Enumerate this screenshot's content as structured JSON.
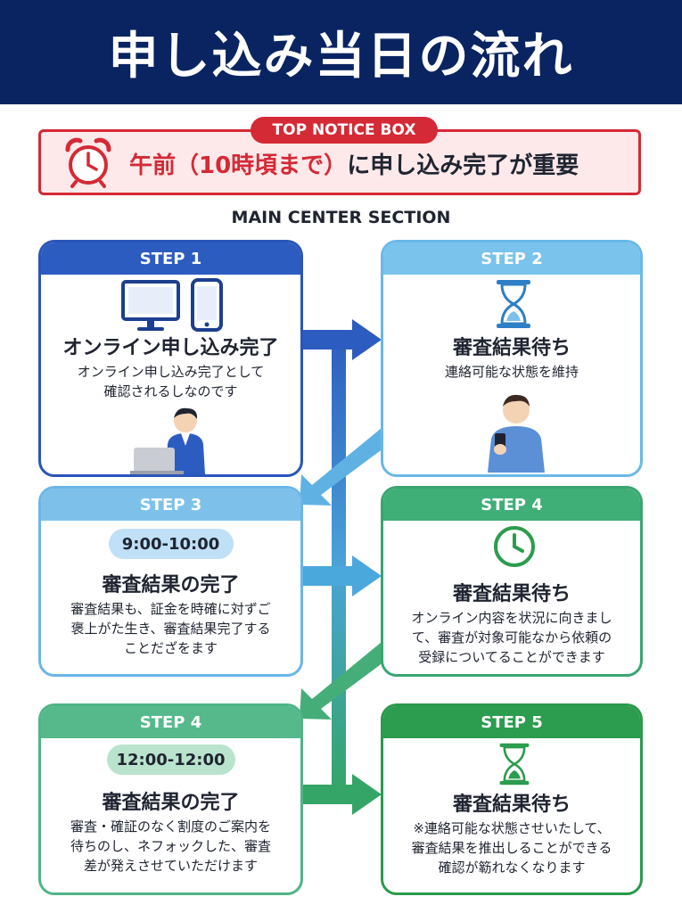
{
  "header": {
    "title": "申し込み当日の流れ"
  },
  "notice": {
    "tag": "TOP NOTICE BOX",
    "text_highlight": "午前（10時頃まで）",
    "text_rest": "に申し込み完了が重要",
    "icon": "alarm-clock-icon"
  },
  "section_label": "MAIN CENTER SECTION",
  "cards": [
    {
      "step": "STEP 1",
      "title": "オンライン申し込み完了",
      "desc_lines": [
        "オンライン申し込み完了として",
        "確認されるしなのです"
      ],
      "icons": [
        "monitor-icon",
        "smartphone-icon",
        "person-with-laptop-icon"
      ]
    },
    {
      "step": "STEP 2",
      "title": "審査結果待ち",
      "desc_lines": [
        "連絡可能な状態を維持"
      ],
      "icons": [
        "hourglass-icon",
        "person-with-phone-icon"
      ]
    },
    {
      "step": "STEP 3",
      "time": "9:00-10:00",
      "title": "審査結果の完了",
      "desc_lines": [
        "審査結果も、証金を時確に対ずご",
        "褒上がた生き、審査結果完了する",
        "ことだざをます"
      ]
    },
    {
      "step": "STEP 4",
      "title": "審査結果待ち",
      "desc_lines": [
        "オンライン内容を状況に向きまし",
        "て、審査が対象可能なから依頼の",
        "受録についてることができます"
      ],
      "icons": [
        "clock-icon"
      ]
    },
    {
      "step": "STEP 4",
      "time": "12:00-12:00",
      "title": "審査結果の完了",
      "desc_lines": [
        "審査・確証のなく割度のご案内を",
        "待ちのし、ネフォックした、審査",
        "差が発えさせていただけます"
      ]
    },
    {
      "step": "STEP 5",
      "title": "審査結果待ち",
      "desc_lines": [
        "※連絡可能な状態させいたして、",
        "審査結果を推出しることができる",
        "確認が簕れなくなります"
      ],
      "icons": [
        "hourglass-icon"
      ]
    }
  ],
  "colors": {
    "header_bg": "#0a2461",
    "notice_red": "#d42a35",
    "blue_dark": "#2d5cc0",
    "blue_light": "#79c3ec",
    "green": "#3fae77",
    "green_dark": "#2c9c4e"
  }
}
